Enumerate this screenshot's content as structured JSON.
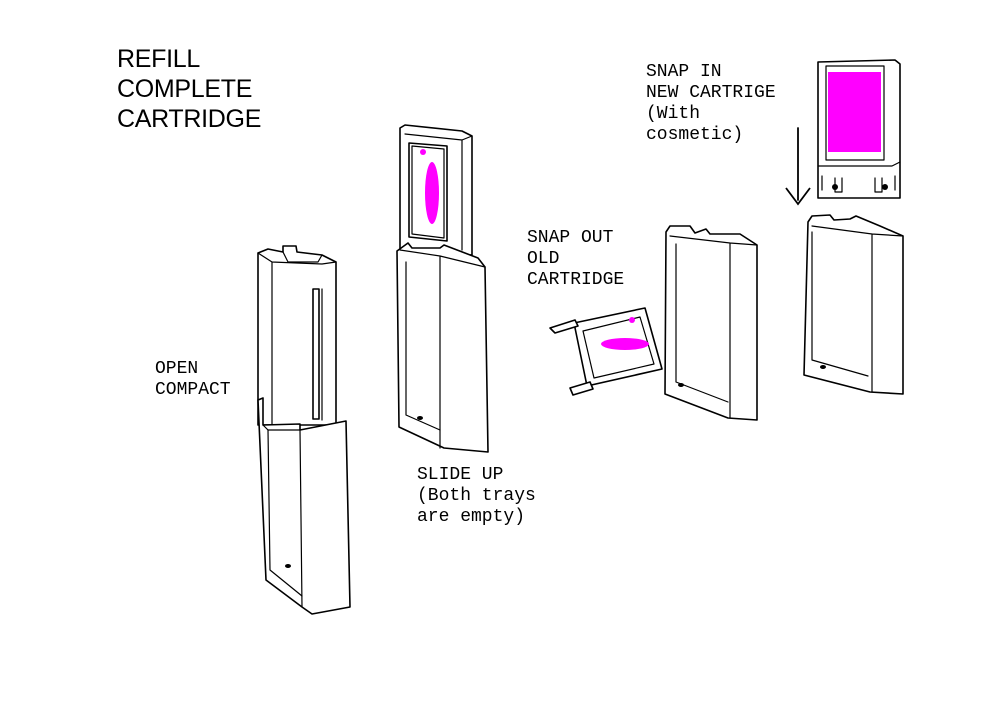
{
  "title": {
    "lines": [
      "REFILL",
      "COMPLETE",
      "CARTRIDGE"
    ]
  },
  "steps": [
    {
      "id": "open",
      "lines": [
        "OPEN",
        "COMPACT"
      ]
    },
    {
      "id": "slide",
      "lines": [
        "SLIDE UP",
        "(Both trays",
        "are empty)"
      ]
    },
    {
      "id": "snap-out",
      "lines": [
        "SNAP OUT",
        "OLD",
        "CARTRIDGE"
      ]
    },
    {
      "id": "snap-in",
      "lines": [
        "SNAP IN",
        "NEW CARTRIGE",
        "(With",
        "cosmetic)"
      ]
    }
  ],
  "colors": {
    "line": "#000000",
    "cosmetic": "#ff00ff",
    "background": "#ffffff"
  },
  "icons": {
    "arrow": "down-arrow-icon"
  }
}
